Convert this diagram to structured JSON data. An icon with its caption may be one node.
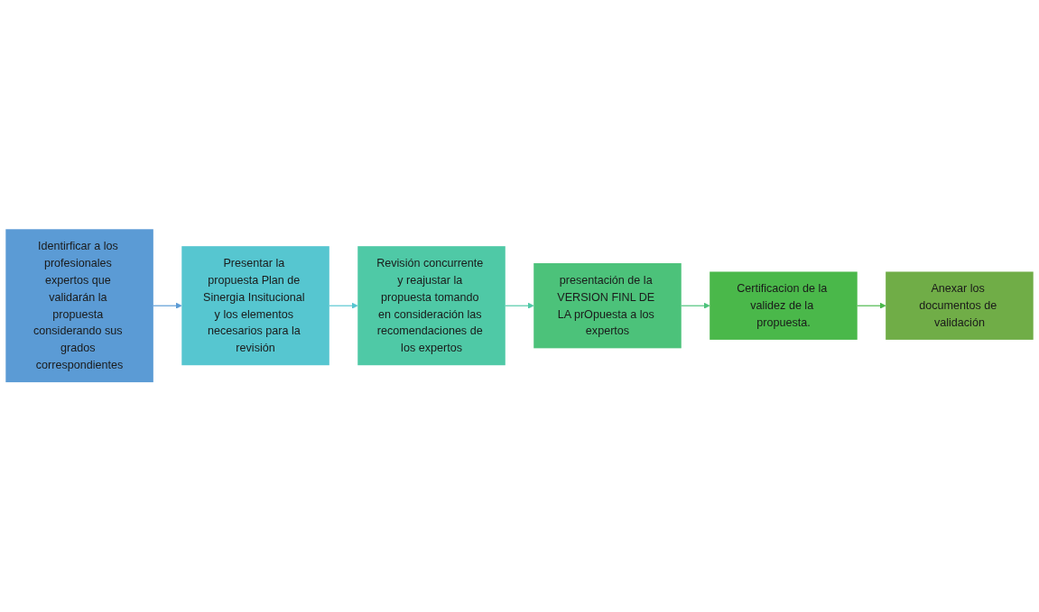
{
  "diagram": {
    "nodes": [
      {
        "text": [
          "Identirficar a los profesionales expertos que validarán la propuesta considerando sus grados correspondientes"
        ]
      },
      {
        "text": [
          "Presentar la propuesta Plan de Sinergia Insitucional y los elementos necesarios para la revisión"
        ]
      },
      {
        "text": [
          "Revisión concurrente y reajustar la propuesta tomando en consideración las recomendaciones de los expertos"
        ]
      },
      {
        "text": [
          "presentación de la VERSION FINL DE LA prOpuesta a los expertos"
        ]
      },
      {
        "text": [
          "Certificacion de la validez de la propuesta."
        ]
      },
      {
        "text": [
          "Anexar los documentos de validación"
        ]
      }
    ],
    "edges": [
      {
        "from": 0,
        "to": 1,
        "arrow": "to",
        "color": "#5b9bd5"
      },
      {
        "from": 1,
        "to": 2,
        "arrow": "to",
        "color": "#56c6d0"
      },
      {
        "from": 2,
        "to": 3,
        "arrow": "to",
        "color": "#4fc9a6"
      },
      {
        "from": 3,
        "to": 4,
        "arrow": "to",
        "color": "#4cc27a"
      },
      {
        "from": 4,
        "to": 5,
        "arrow": "to",
        "color": "#4ab84a"
      }
    ]
  }
}
